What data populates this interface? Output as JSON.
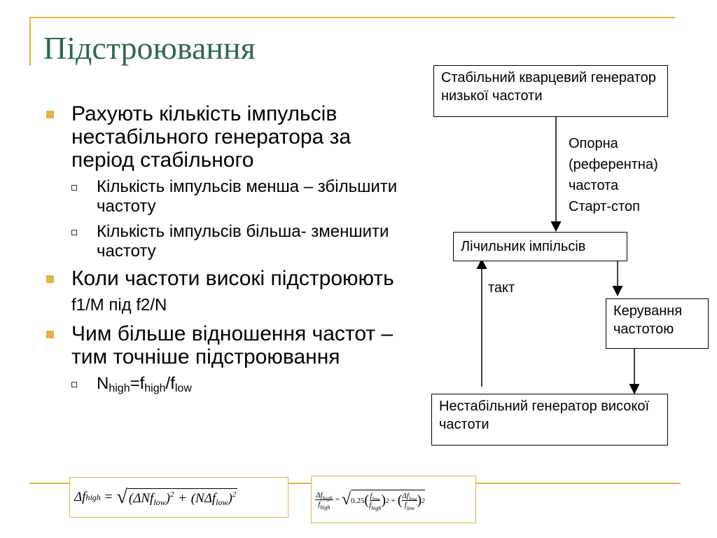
{
  "slide": {
    "title": "Підстроювання",
    "accent_color": "#e0b640",
    "title_color": "#2e6b47"
  },
  "bullets": {
    "b1": "Рахують кількість імпульсів нестабільного генератора за період стабільного",
    "b1_sub1": "Кількість імпульсів менша – збільшити частоту",
    "b1_sub2": "Кількість імпульсів більша- зменшити частоту",
    "b2": "Коли частоти високі підстроюють",
    "b2_plain": "f1/M під f2/N",
    "b3": "Чим більше відношення частот – тим точніше підстроювання",
    "b3_sub": {
      "n": "N",
      "high1": "high",
      "eq": "=f",
      "high2": "high",
      "slash": "/f",
      "low": "low"
    }
  },
  "diagram": {
    "box_stable": "Стабільний кварцевий генератор низької частоти",
    "label_reference": [
      "Опорна",
      "(референтна)",
      "частота",
      "Старт-стоп"
    ],
    "box_counter": "Лічильник імпільсів",
    "label_clock": "такт",
    "box_control": "Керування частотою",
    "box_unstable": "Нестабільний генератор високої частоти"
  },
  "formula1": {
    "lhs": "Δf",
    "lhs_sub": "high",
    "eq": "=",
    "sqrt": "√",
    "term1": "(ΔNf",
    "term1_sub": "low",
    "term1_close": ")",
    "exp1": "2",
    "plus": "+",
    "term2": "(NΔf",
    "term2_sub": "low",
    "term2_close": ")",
    "exp2": "2"
  },
  "formula2": {
    "num": "Δf",
    "num_sub": "high",
    "den": "f",
    "den_sub": "high",
    "eq": "=",
    "coef": "0.25",
    "f1_num": "f",
    "f1_num_sub": "low",
    "f1_den": "f",
    "f1_den_sub": "high",
    "exp1": "2",
    "plus": "+",
    "f2_num": "Δf",
    "f2_num_sub": "low",
    "f2_den": "f",
    "f2_den_sub": "low",
    "exp2": "2"
  }
}
